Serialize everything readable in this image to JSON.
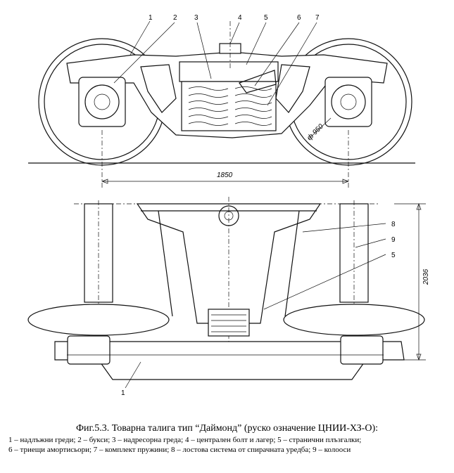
{
  "callouts_top": [
    "1",
    "2",
    "3",
    "4",
    "5",
    "6",
    "7"
  ],
  "callouts_bottom": [
    "8",
    "9",
    "5",
    "1"
  ],
  "dimensions": {
    "wheelbase": "1850",
    "wheel_diameter": "ф 950",
    "width": "2036"
  },
  "caption": {
    "title": "Фиг.5.3. Товарна талига тип “Даймонд” (руско означение ЦНИИ-ХЗ-О):",
    "legend_line1": "1 – надлъжни греди; 2 – букси; 3 – надресорна греда; 4 – централен болт и лагер; 5 – странични плъзгалки;",
    "legend_line2": "6 – триещи амортисьори; 7 – комплект пружини; 8 – лостова система от спирачната уредба; 9 – колооси"
  }
}
